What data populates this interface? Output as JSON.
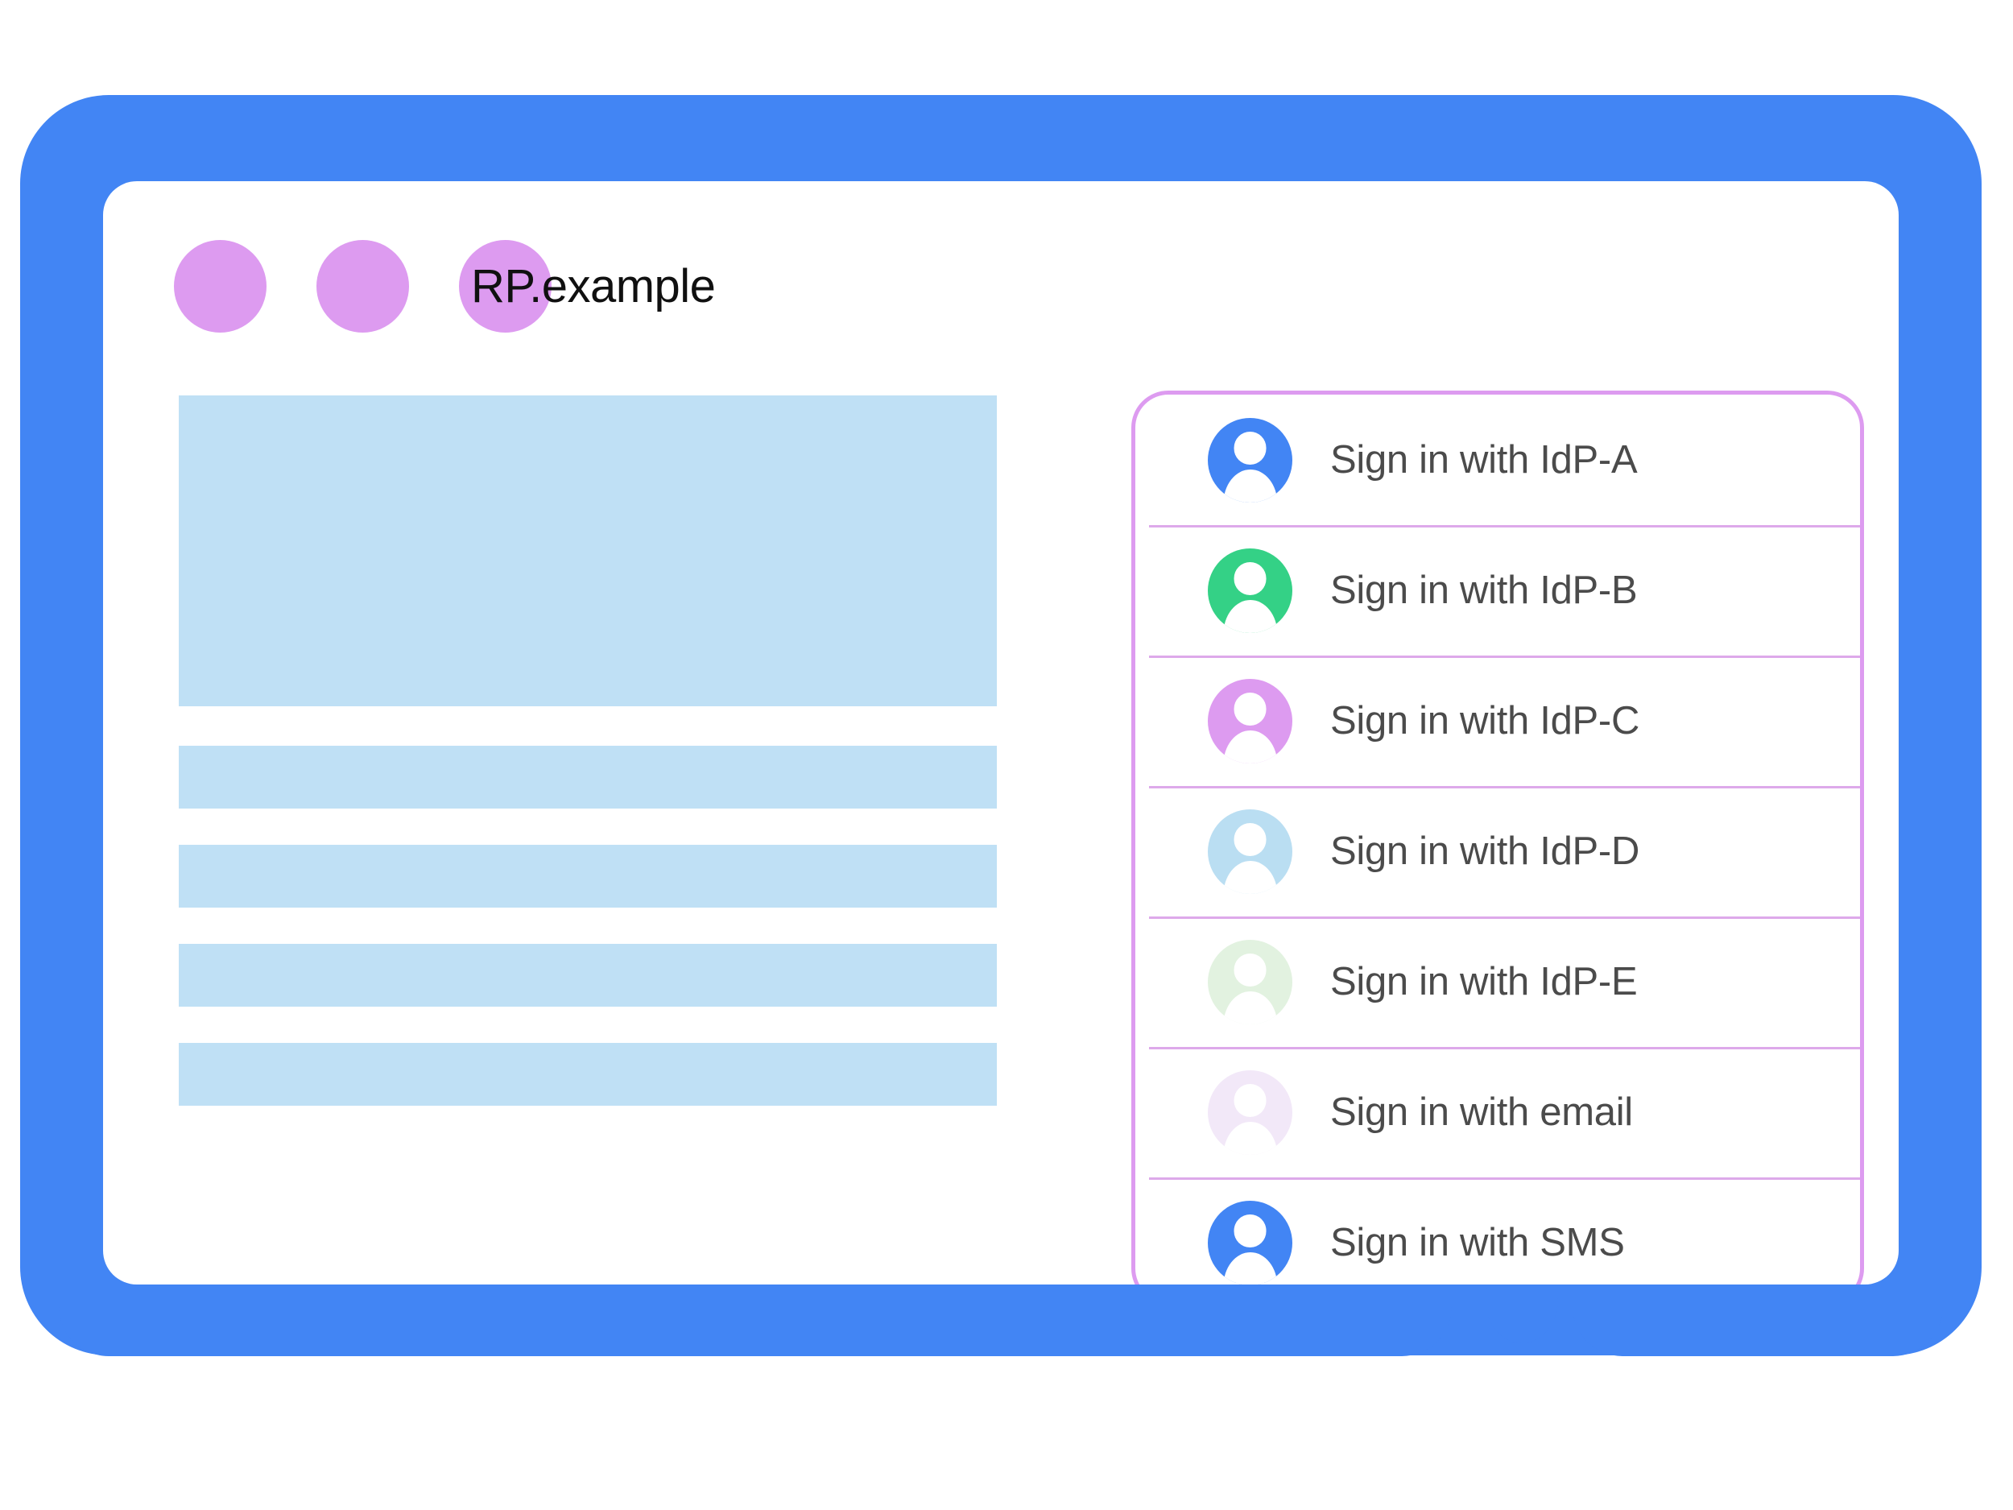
{
  "browser_window": {
    "title": "RP.example",
    "traffic_dots": [
      "dot-1",
      "dot-2",
      "dot-3"
    ],
    "dot_color": "#dd9bf0"
  },
  "theme": {
    "device_frame_color": "#4285f4",
    "placeholder_color": "#bfe0f5",
    "card_border_color": "#dd9bf0",
    "divider_color": "#dda9ea",
    "label_text_color": "#4b4b4b",
    "title_text_color": "#101010"
  },
  "page_content": {
    "placeholders": [
      {
        "name": "hero-placeholder",
        "kind": "hero"
      },
      {
        "name": "text-line-placeholder-1",
        "kind": "bar"
      },
      {
        "name": "text-line-placeholder-2",
        "kind": "bar"
      },
      {
        "name": "text-line-placeholder-3",
        "kind": "bar"
      },
      {
        "name": "text-line-placeholder-4",
        "kind": "bar"
      }
    ]
  },
  "account_chooser": {
    "accounts": [
      {
        "label": "Sign in with IdP-A",
        "avatar_color": "#4285f4",
        "icon": "person-avatar-icon"
      },
      {
        "label": "Sign in with IdP-B",
        "avatar_color": "#34d186",
        "icon": "person-avatar-icon"
      },
      {
        "label": "Sign in with IdP-C",
        "avatar_color": "#dd9bf0",
        "icon": "person-avatar-icon"
      },
      {
        "label": "Sign in with IdP-D",
        "avatar_color": "#badef2",
        "icon": "person-avatar-icon"
      },
      {
        "label": "Sign in with IdP-E",
        "avatar_color": "#e2f2e0",
        "icon": "person-avatar-icon"
      },
      {
        "label": "Sign in with email",
        "avatar_color": "#f2e8f8",
        "icon": "person-avatar-icon"
      },
      {
        "label": "Sign in with SMS",
        "avatar_color": "#4285f4",
        "icon": "person-avatar-icon"
      }
    ]
  },
  "device": {
    "home_button": "home-button"
  }
}
